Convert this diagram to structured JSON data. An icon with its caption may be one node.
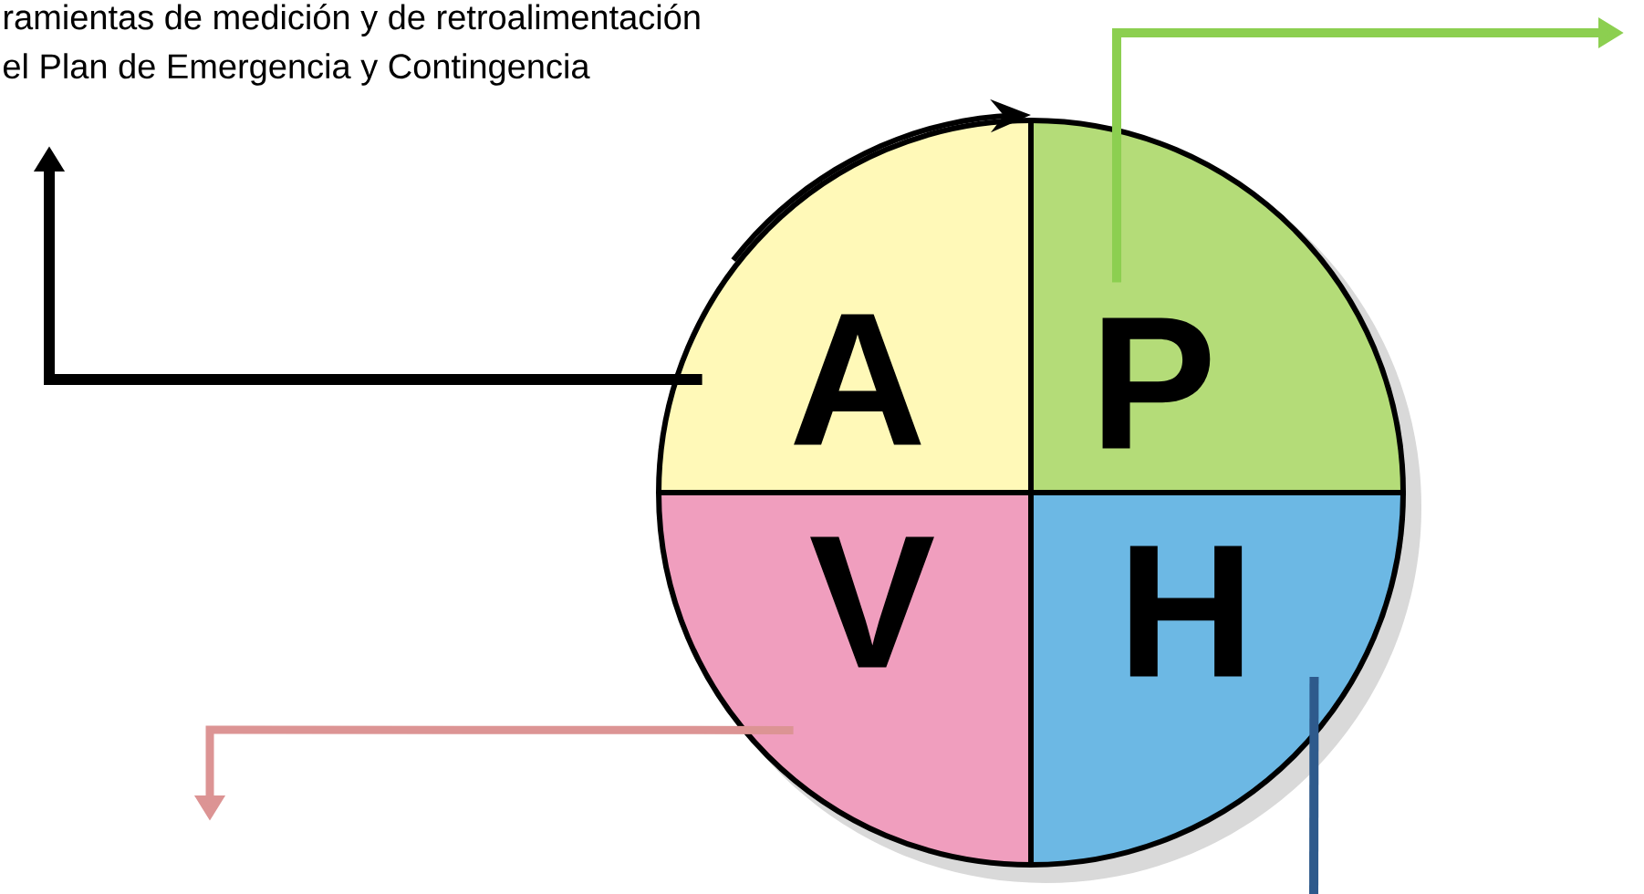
{
  "diagram": {
    "nodes": [
      {
        "text": [
          "A"
        ]
      },
      {
        "text": [
          "P"
        ]
      },
      {
        "text": [
          "V"
        ]
      },
      {
        "text": [
          "H"
        ]
      }
    ],
    "edges": [
      {
        "from": 0,
        "to": null,
        "arrow": "to",
        "color": "#000000"
      },
      {
        "from": 1,
        "to": null,
        "arrow": "to",
        "color": "#8ccf50"
      },
      {
        "from": 2,
        "to": null,
        "arrow": "to",
        "color": "#dc9494"
      },
      {
        "from": 3,
        "to": null,
        "arrow": "none",
        "color": "#2e5a8c"
      }
    ],
    "labels": [
      "ramientas de medición y de retroalimentación",
      "el Plan de Emergencia y Contingencia"
    ]
  }
}
